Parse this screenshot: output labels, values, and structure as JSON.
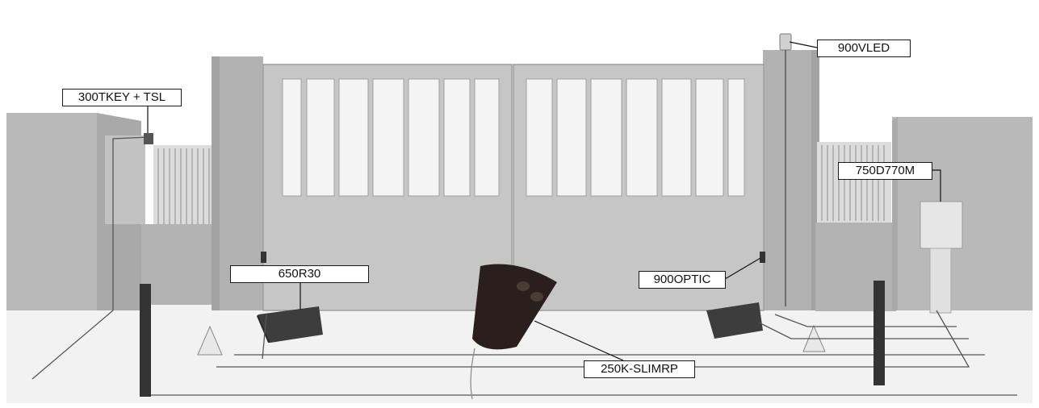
{
  "labels": {
    "key_switch": "300TKEY + TSL",
    "flashing_light": "900VLED",
    "control_unit": "750D770M",
    "operator": "650R30",
    "photocell": "900OPTIC",
    "remote": "250K-SLIMRP"
  },
  "colors": {
    "background": "#ffffff",
    "ground": "#f2f2f2",
    "wall": "#b9b9b9",
    "wall_shadow": "#a8a8a8",
    "gate": "#c6c6c6",
    "gate_frame": "#9e9e9e",
    "slat": "#f4f4f4",
    "operator": "#3d3d3d",
    "post": "#333333",
    "remote": "#2a1f1c",
    "cable": "#555555"
  }
}
